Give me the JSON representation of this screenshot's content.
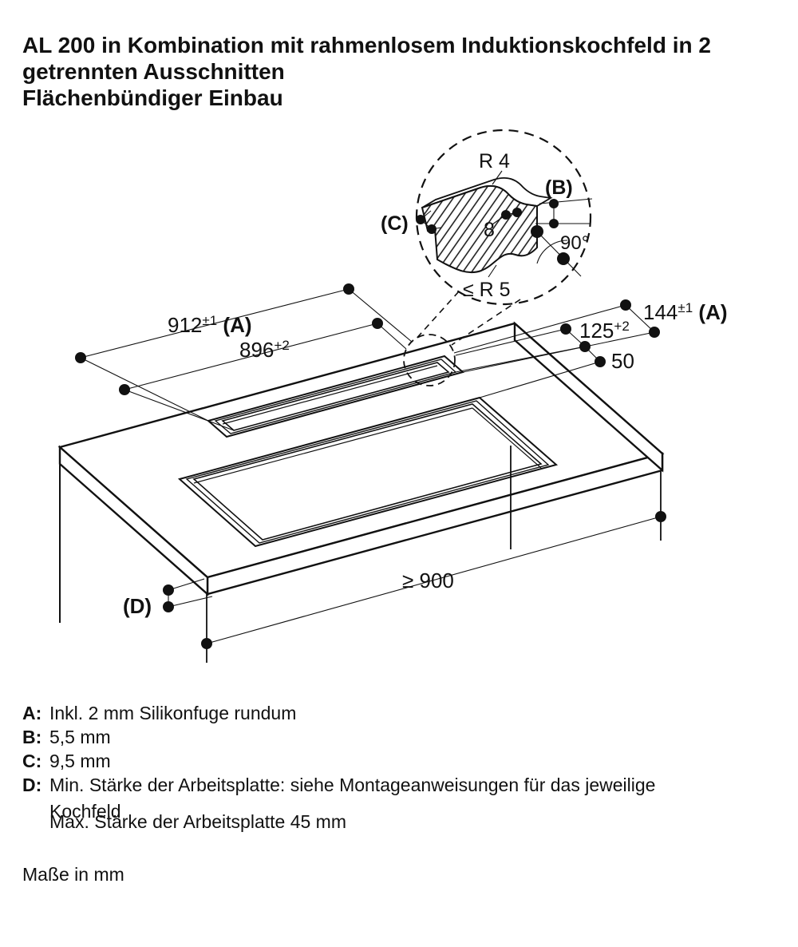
{
  "title": {
    "line1": "AL 200 in Kombination mit rahmenlosem Induktionskochfeld in 2",
    "line2": "getrennten Ausschnitten",
    "line3": "Flächenbündiger Einbau"
  },
  "detail": {
    "radius_top": "R 4",
    "ref_b": "(B)",
    "ref_c": "(C)",
    "step": "8",
    "angle": "90°",
    "radius_bottom": "≤ R 5"
  },
  "dims": {
    "w912": {
      "base": "912",
      "sup": "±1",
      "ref": " (A)"
    },
    "w896": {
      "base": "896",
      "sup": "+2"
    },
    "d144": {
      "base": "144",
      "sup": "±1",
      "ref": " (A)"
    },
    "d125": {
      "base": "125",
      "sup": "+2"
    },
    "d50": "50",
    "w900": "≥ 900",
    "dref": "(D)"
  },
  "legend": {
    "items": [
      {
        "key": "A:",
        "text": "Inkl. 2 mm Silikonfuge rundum"
      },
      {
        "key": "B:",
        "text": "5,5 mm"
      },
      {
        "key": "C:",
        "text": "9,5 mm"
      },
      {
        "key": "D:",
        "text": "Min. Stärke der Arbeitsplatte: siehe Montageanweisungen für das jeweilige"
      }
    ],
    "d_cont": "Kochfeld",
    "d_max": "Max. Stärke der Arbeitsplatte 45 mm"
  },
  "footer": "Maße in mm",
  "colors": {
    "ink": "#111111",
    "background": "#ffffff"
  }
}
